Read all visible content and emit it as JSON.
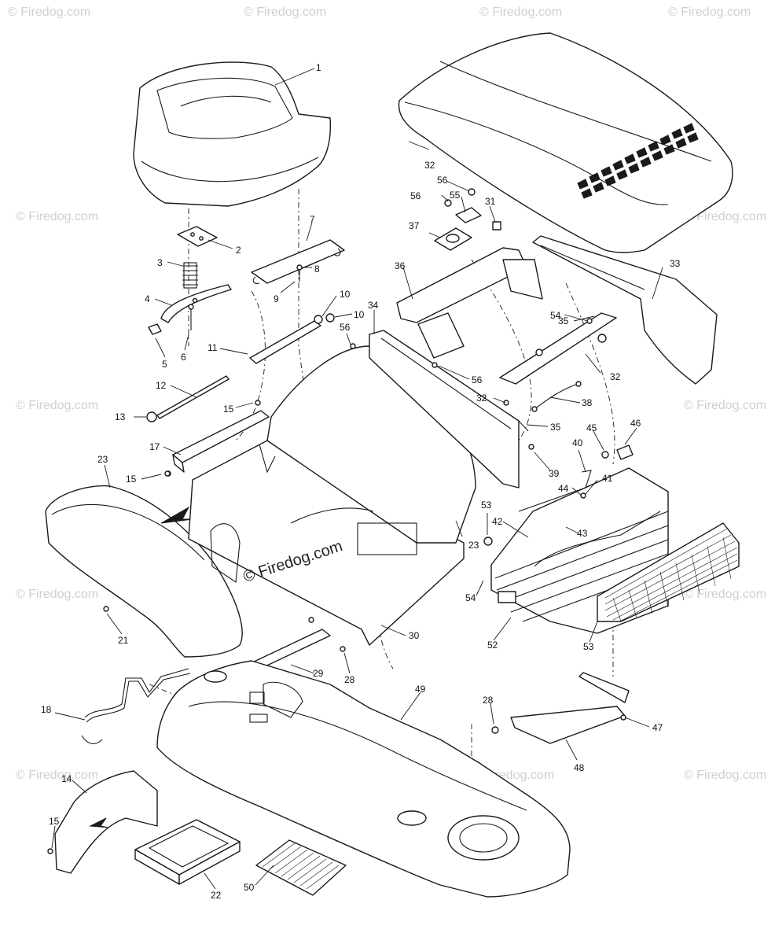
{
  "watermark": {
    "center_text": "© Firedog.com",
    "tile_text": "© Firedog.com",
    "color": "#cfcfcf"
  },
  "callouts": [
    {
      "id": "c1",
      "label": "1"
    },
    {
      "id": "c2",
      "label": "2"
    },
    {
      "id": "c3",
      "label": "3"
    },
    {
      "id": "c4",
      "label": "4"
    },
    {
      "id": "c5",
      "label": "5"
    },
    {
      "id": "c6",
      "label": "6"
    },
    {
      "id": "c7",
      "label": "7"
    },
    {
      "id": "c8",
      "label": "8"
    },
    {
      "id": "c9",
      "label": "9"
    },
    {
      "id": "c10a",
      "label": "10"
    },
    {
      "id": "c10b",
      "label": "10"
    },
    {
      "id": "c11",
      "label": "11"
    },
    {
      "id": "c12",
      "label": "12"
    },
    {
      "id": "c13",
      "label": "13"
    },
    {
      "id": "c14",
      "label": "14"
    },
    {
      "id": "c15a",
      "label": "15"
    },
    {
      "id": "c15b",
      "label": "15"
    },
    {
      "id": "c15c",
      "label": "15"
    },
    {
      "id": "c17",
      "label": "17"
    },
    {
      "id": "c18",
      "label": "18"
    },
    {
      "id": "c21",
      "label": "21"
    },
    {
      "id": "c22",
      "label": "22"
    },
    {
      "id": "c23a",
      "label": "23"
    },
    {
      "id": "c23b",
      "label": "23"
    },
    {
      "id": "c28a",
      "label": "28"
    },
    {
      "id": "c28b",
      "label": "28"
    },
    {
      "id": "c29",
      "label": "29"
    },
    {
      "id": "c30",
      "label": "30"
    },
    {
      "id": "c31",
      "label": "31"
    },
    {
      "id": "c32a",
      "label": "32"
    },
    {
      "id": "c32b",
      "label": "32"
    },
    {
      "id": "c32c",
      "label": "32"
    },
    {
      "id": "c33",
      "label": "33"
    },
    {
      "id": "c34",
      "label": "34"
    },
    {
      "id": "c35a",
      "label": "35"
    },
    {
      "id": "c35b",
      "label": "35"
    },
    {
      "id": "c36",
      "label": "36"
    },
    {
      "id": "c37",
      "label": "37"
    },
    {
      "id": "c38",
      "label": "38"
    },
    {
      "id": "c39",
      "label": "39"
    },
    {
      "id": "c40",
      "label": "40"
    },
    {
      "id": "c41",
      "label": "41"
    },
    {
      "id": "c42",
      "label": "42"
    },
    {
      "id": "c43",
      "label": "43"
    },
    {
      "id": "c44",
      "label": "44"
    },
    {
      "id": "c45",
      "label": "45"
    },
    {
      "id": "c46",
      "label": "46"
    },
    {
      "id": "c47",
      "label": "47"
    },
    {
      "id": "c48",
      "label": "48"
    },
    {
      "id": "c49",
      "label": "49"
    },
    {
      "id": "c50",
      "label": "50"
    },
    {
      "id": "c52",
      "label": "52"
    },
    {
      "id": "c53a",
      "label": "53"
    },
    {
      "id": "c53b",
      "label": "53"
    },
    {
      "id": "c54a",
      "label": "54"
    },
    {
      "id": "c54b",
      "label": "54"
    },
    {
      "id": "c55",
      "label": "55"
    },
    {
      "id": "c56a",
      "label": "56"
    },
    {
      "id": "c56b",
      "label": "56"
    },
    {
      "id": "c56c",
      "label": "56"
    },
    {
      "id": "c56d",
      "label": "56"
    }
  ]
}
